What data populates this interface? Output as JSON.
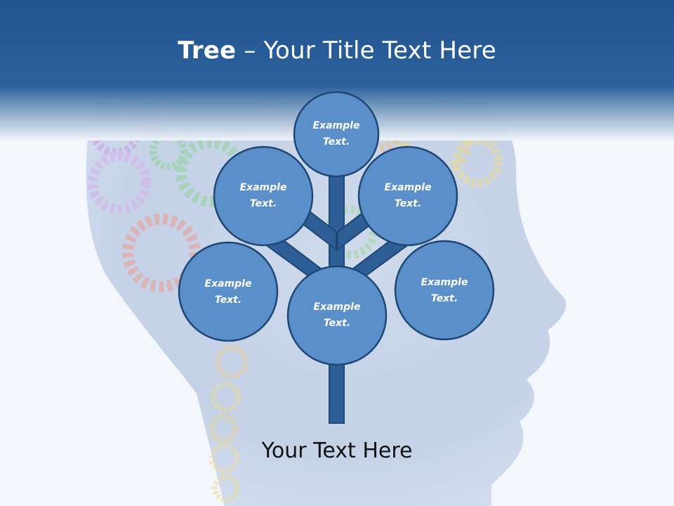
{
  "slide": {
    "title_bold": "Tree",
    "title_rest": " – Your Title Text Here",
    "footer": "Your Text Here",
    "nodes": [
      {
        "line1": "Example",
        "line2": "Text."
      },
      {
        "line1": "Example",
        "line2": "Text."
      },
      {
        "line1": "Example",
        "line2": "Text."
      },
      {
        "line1": "Example",
        "line2": "Text."
      },
      {
        "line1": "Example",
        "line2": "Text."
      },
      {
        "line1": "Example",
        "line2": "Text."
      }
    ]
  },
  "colors": {
    "header": "#2c619c",
    "node_fill": "#5b8fc9",
    "node_stroke": "#1f4775",
    "trunk": "#2e5e96"
  }
}
